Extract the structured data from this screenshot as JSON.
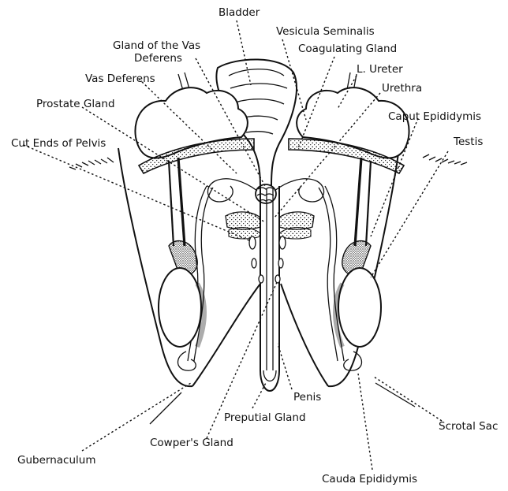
{
  "labels": {
    "bladder": "Bladder",
    "vesicula_seminalis": "Vesicula Seminalis",
    "gland_of_vas_line1": "Gland of the Vas",
    "gland_of_vas_line2": "Deferens",
    "coagulating_gland": "Coagulating Gland",
    "l_ureter": "L. Ureter",
    "vas_deferens": "Vas Deferens",
    "urethra": "Urethra",
    "prostate_gland": "Prostate Gland",
    "caput_epididymis": "Caput Epididymis",
    "cut_ends_of_pelvis": "Cut Ends of Pelvis",
    "testis": "Testis",
    "penis": "Penis",
    "preputial_gland": "Preputial Gland",
    "scrotal_sac": "Scrotal Sac",
    "cowpers_gland": "Cowper's Gland",
    "gubernaculum": "Gubernaculum",
    "cauda_epididymis": "Cauda Epididymis"
  }
}
